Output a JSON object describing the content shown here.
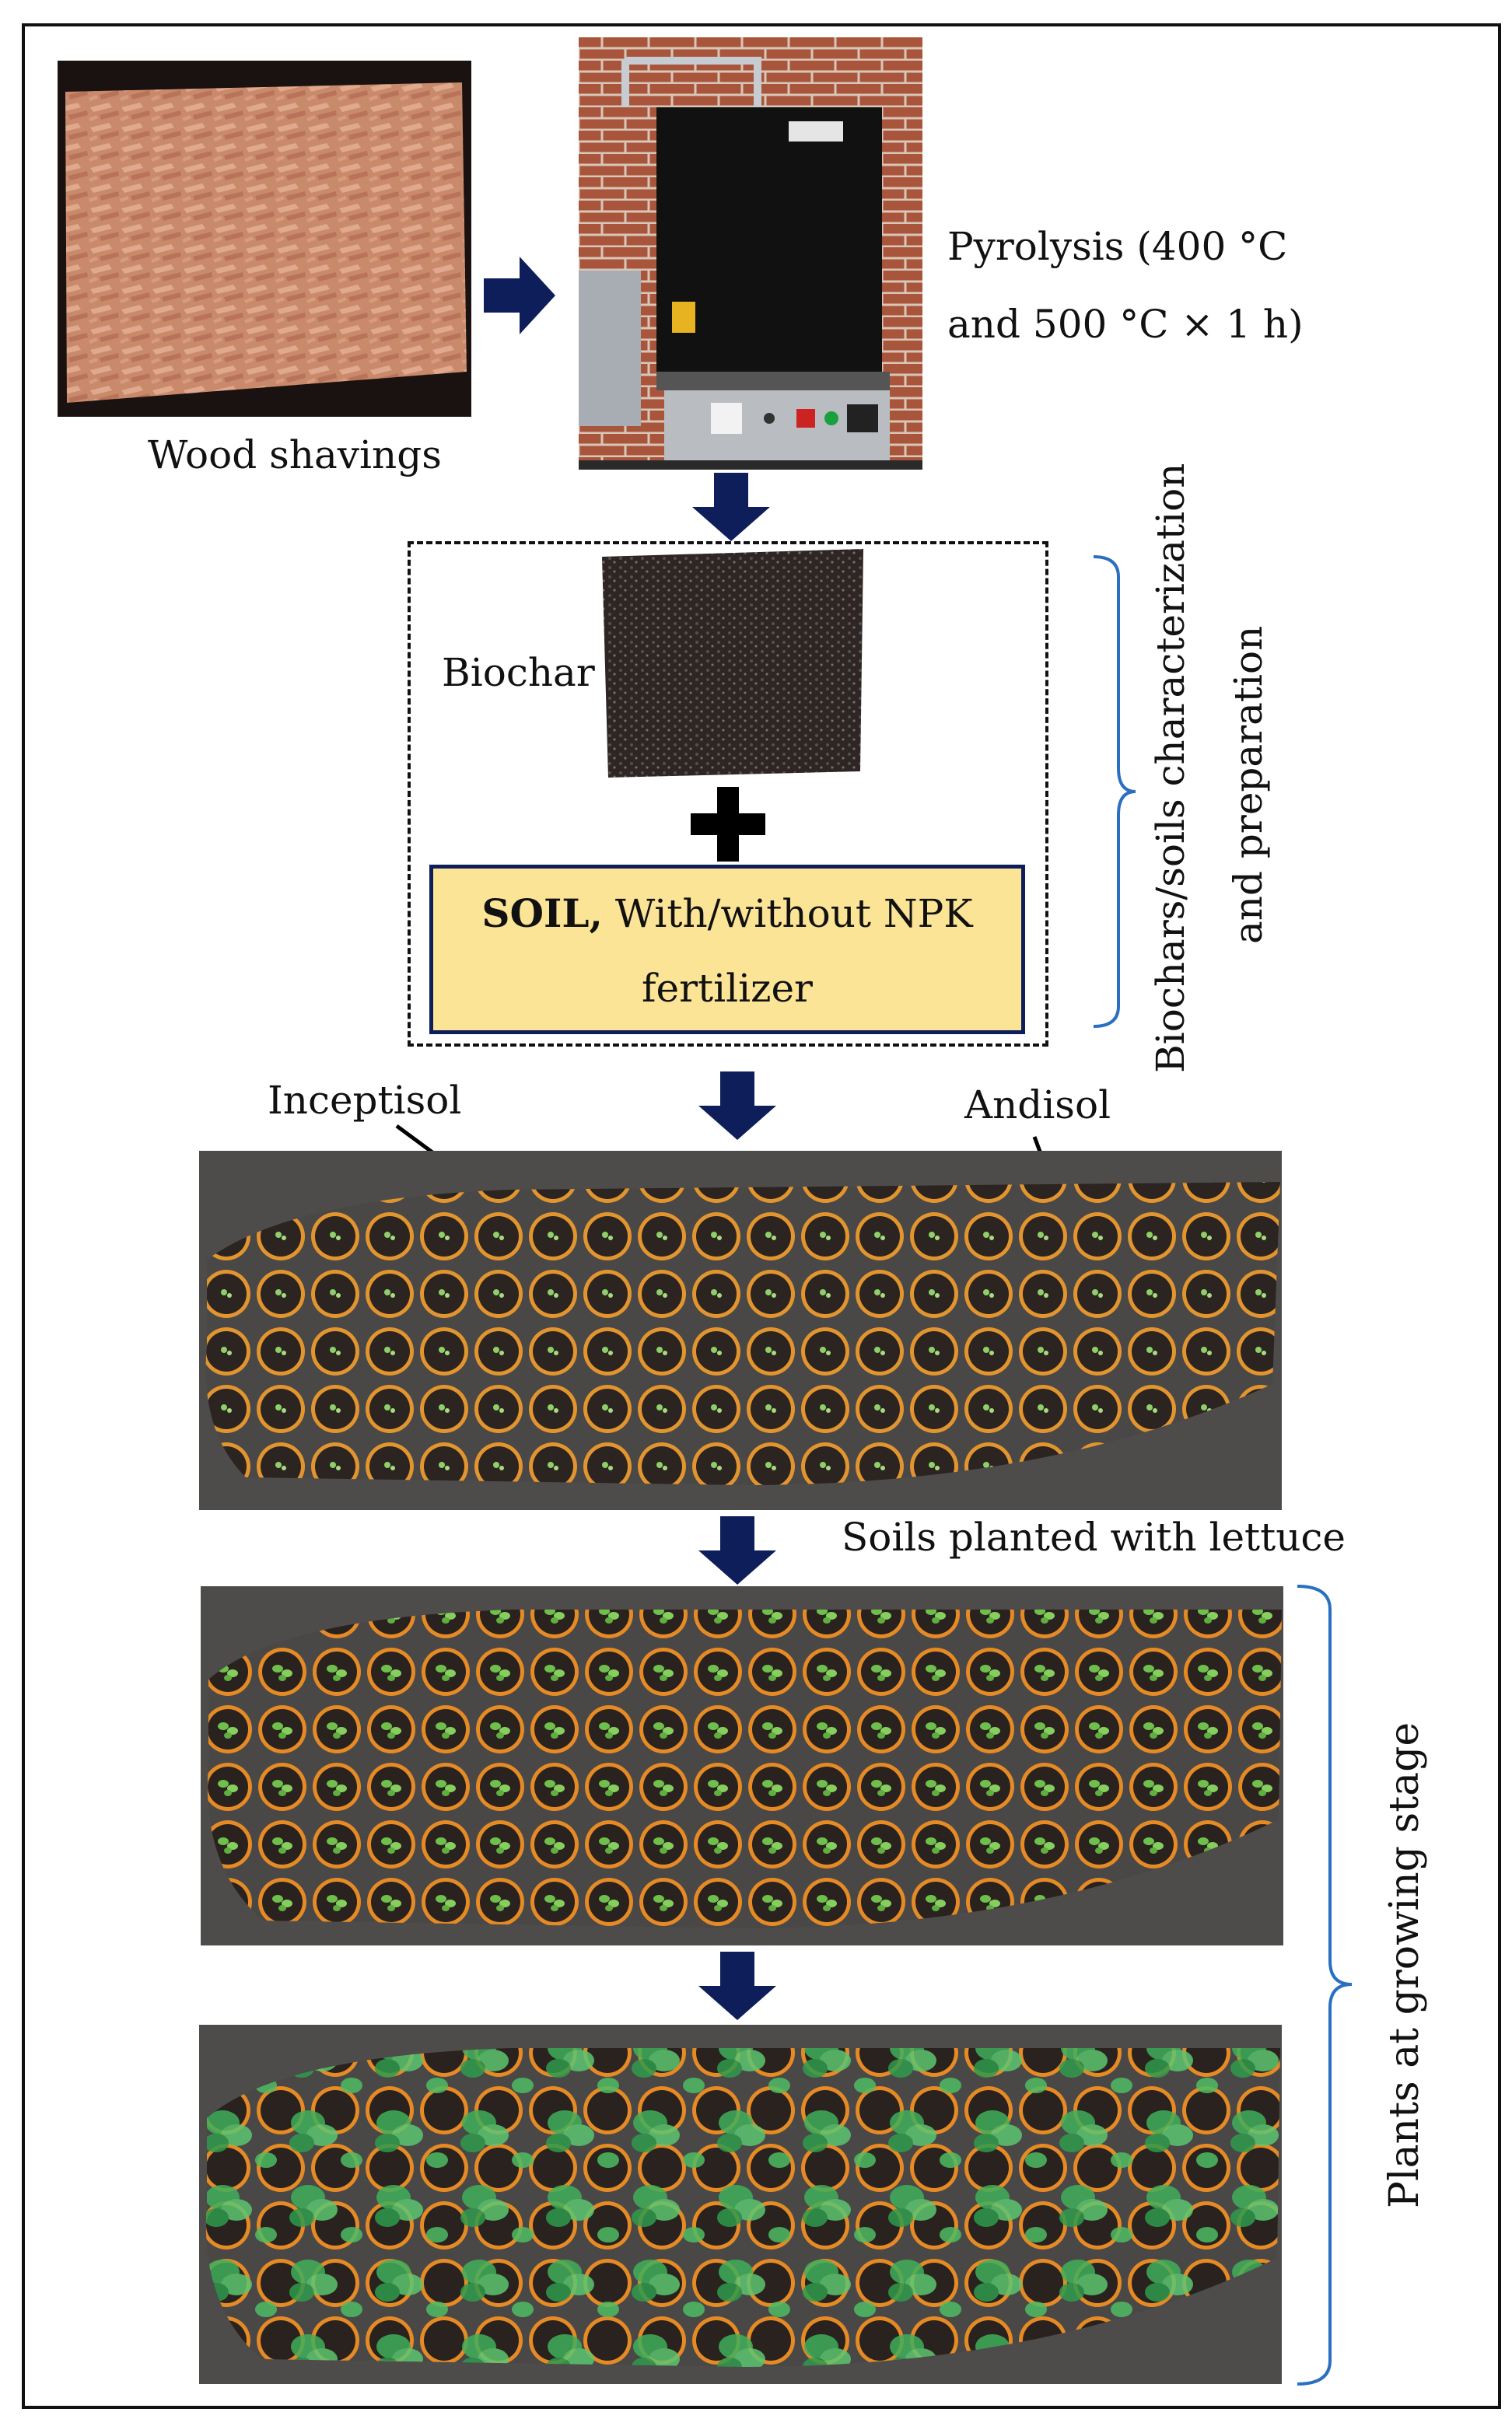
{
  "labels": {
    "wood_shavings": "Wood shavings",
    "pyrolysis_line1": "Pyrolysis (400 °C",
    "pyrolysis_line2": "and 500 °C × 1 h)",
    "biochar": "Biochar",
    "soil_bold": "SOIL,",
    "soil_rest": " With/without NPK",
    "soil_line2": "fertilizer",
    "brace1_line1": "Biochars/soils characterization",
    "brace1_line2": "and preparation",
    "inceptisol": "Inceptisol",
    "andisol": "Andisol",
    "planted": "Soils planted with lettuce",
    "growing": "Plants at growing stage"
  },
  "colors": {
    "arrow": "#0e1e5a",
    "brace": "#2a6fc2",
    "soil_box_fill": "#fbe496",
    "soil_box_border": "#0e1e5a"
  }
}
